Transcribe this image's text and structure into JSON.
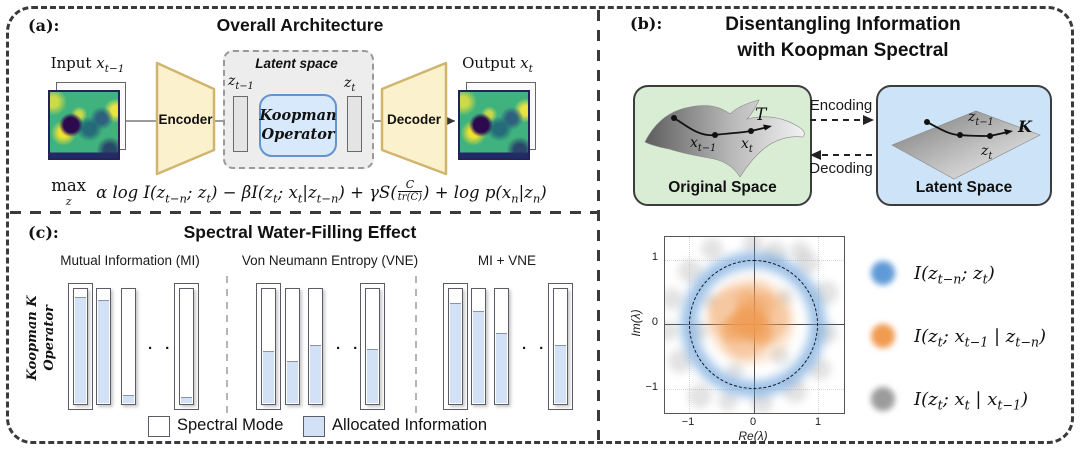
{
  "panels": {
    "a": {
      "tag": "(a):",
      "title": "Overall Architecture",
      "input_word": "Input",
      "input_math": "x_{t−1}",
      "output_word": "Output",
      "output_math": "x_{t}",
      "encoder_label": "Encoder",
      "decoder_label": "Decoder",
      "latent_label": "Latent space",
      "z_prev": "z_{t−1}",
      "z_curr": "z_{t}",
      "koopman_line1": "Koopman",
      "koopman_line2": "Operator",
      "objective": {
        "max": "max",
        "max_sub": "z",
        "pre": "α log I(z_{t−n}; z_{t}) − βI(z_{t}; x_{t}|z_{t−n}) + γS(",
        "frac_num": "C",
        "frac_den": "tr(C)",
        "post": ") + log p(x_{n}|z_{n})"
      }
    },
    "b": {
      "tag": "(b):",
      "title_line1": "Disentangling Information",
      "title_line2": "with Koopman Spectral",
      "original_space_label": "Original Space",
      "latent_space_label": "Latent Space",
      "encoding_label": "Encoding",
      "decoding_label": "Decoding",
      "map_T": "T",
      "map_K": "K",
      "x_prev": "x_{t−1}",
      "x_curr": "x_{t}",
      "z_prev": "z_{t−1}",
      "z_curr": "z_{t}",
      "plot": {
        "xlabel": "Re(λ)",
        "ylabel": "Im(λ)",
        "xticks": [
          "−1",
          "0",
          "1"
        ],
        "yticks": [
          "1",
          "0",
          "−1"
        ]
      },
      "legend": [
        {
          "color": "#5f9ad8",
          "label": "I(z_{t−n}; z_{t})"
        },
        {
          "color": "#f09b52",
          "label": "I(z_{t}; x_{t−1} | z_{t−n})"
        },
        {
          "color": "#9c9c9c",
          "label": "I(z_{t}; x_{t} | x_{t−1})"
        }
      ]
    },
    "c": {
      "tag": "(c):",
      "title": "Spectral Water-Filling Effect",
      "side_label_line1": "Koopman K",
      "side_label_line2": "Operator",
      "ellipsis": "· · ·",
      "groups": [
        {
          "label": "Mutual Information (MI)",
          "fills": [
            0.91,
            0.89,
            0.06,
            0.04
          ]
        },
        {
          "label": "Von Neumann Entropy (VNE)",
          "fills": [
            0.44,
            0.36,
            0.5,
            0.46
          ]
        },
        {
          "label": "MI + VNE",
          "fills": [
            0.86,
            0.79,
            0.6,
            0.5
          ]
        }
      ],
      "legend": [
        {
          "label": "Spectral Mode",
          "color": "#ffffff"
        },
        {
          "label": "Allocated Information",
          "color": "#d3e1f6"
        }
      ]
    }
  },
  "chart_data": [
    {
      "type": "bar",
      "title": "Spectral Water-Filling Effect",
      "categories": [
        "Mutual Information (MI)",
        "Von Neumann Entropy (VNE)",
        "MI + VNE"
      ],
      "series": [
        {
          "name": "Mutual Information (MI)",
          "values": [
            0.91,
            0.89,
            0.06,
            0.04
          ]
        },
        {
          "name": "Von Neumann Entropy (VNE)",
          "values": [
            0.44,
            0.36,
            0.5,
            0.46
          ]
        },
        {
          "name": "MI + VNE",
          "values": [
            0.86,
            0.79,
            0.6,
            0.5
          ]
        }
      ],
      "ylim": [
        0,
        1
      ],
      "legend_entries": [
        "Spectral Mode",
        "Allocated Information"
      ],
      "note": "Each group shows 4 spectral-mode bars (ellipsis between 3rd and 4th); values are the allocated-information fill fraction of each mode."
    },
    {
      "type": "scatter",
      "xlabel": "Re(λ)",
      "ylabel": "Im(λ)",
      "xlim": [
        -1.35,
        1.4
      ],
      "ylim": [
        -1.35,
        1.35
      ],
      "xticks": [
        -1,
        0,
        1
      ],
      "yticks": [
        -1,
        0,
        1
      ],
      "annotations": [
        "dashed unit circle |λ| = 1"
      ],
      "series": [
        {
          "name": "I(z_{t−n}; z_{t})",
          "color": "#5f9ad8",
          "description": "blue density ring on the unit circle"
        },
        {
          "name": "I(z_{t}; x_{t−1} | z_{t−n})",
          "color": "#f09b52",
          "description": "orange density cluster near origin"
        },
        {
          "name": "I(z_{t}; x_{t} | x_{t−1})",
          "color": "#9c9c9c",
          "description": "gray density blobs scattered across plane"
        }
      ],
      "legend_position": "right"
    }
  ]
}
